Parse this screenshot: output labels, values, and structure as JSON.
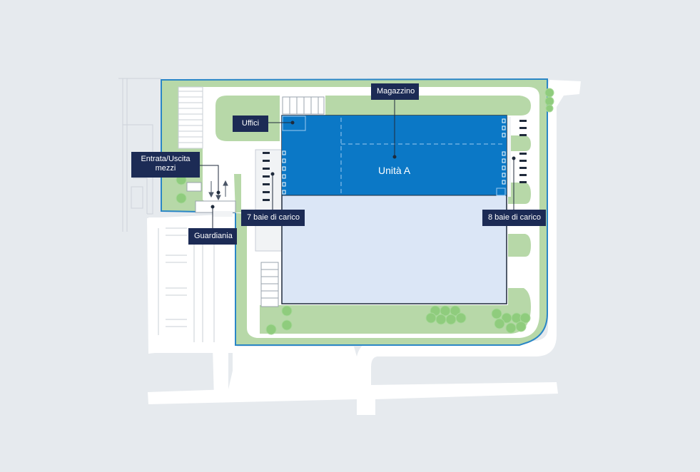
{
  "labels": {
    "magazzino": "Magazzino",
    "uffici": "Uffici",
    "entrata_line1": "Entrata/Uscita",
    "entrata_line2": "mezzi",
    "guardiania": "Guardiania",
    "baie_7": "7 baie di carico",
    "baie_8": "8 baie di carico",
    "unita": "Unità A"
  },
  "colors": {
    "background": "#e6eaee",
    "road": "#ffffff",
    "green_area": "#b7d8a8",
    "site_boundary": "#2a86c6",
    "unit_a": "#0b78c6",
    "warehouse_other": "#dbe6f6",
    "callout": "#1c2b55",
    "tree": "#8fcc7d"
  }
}
